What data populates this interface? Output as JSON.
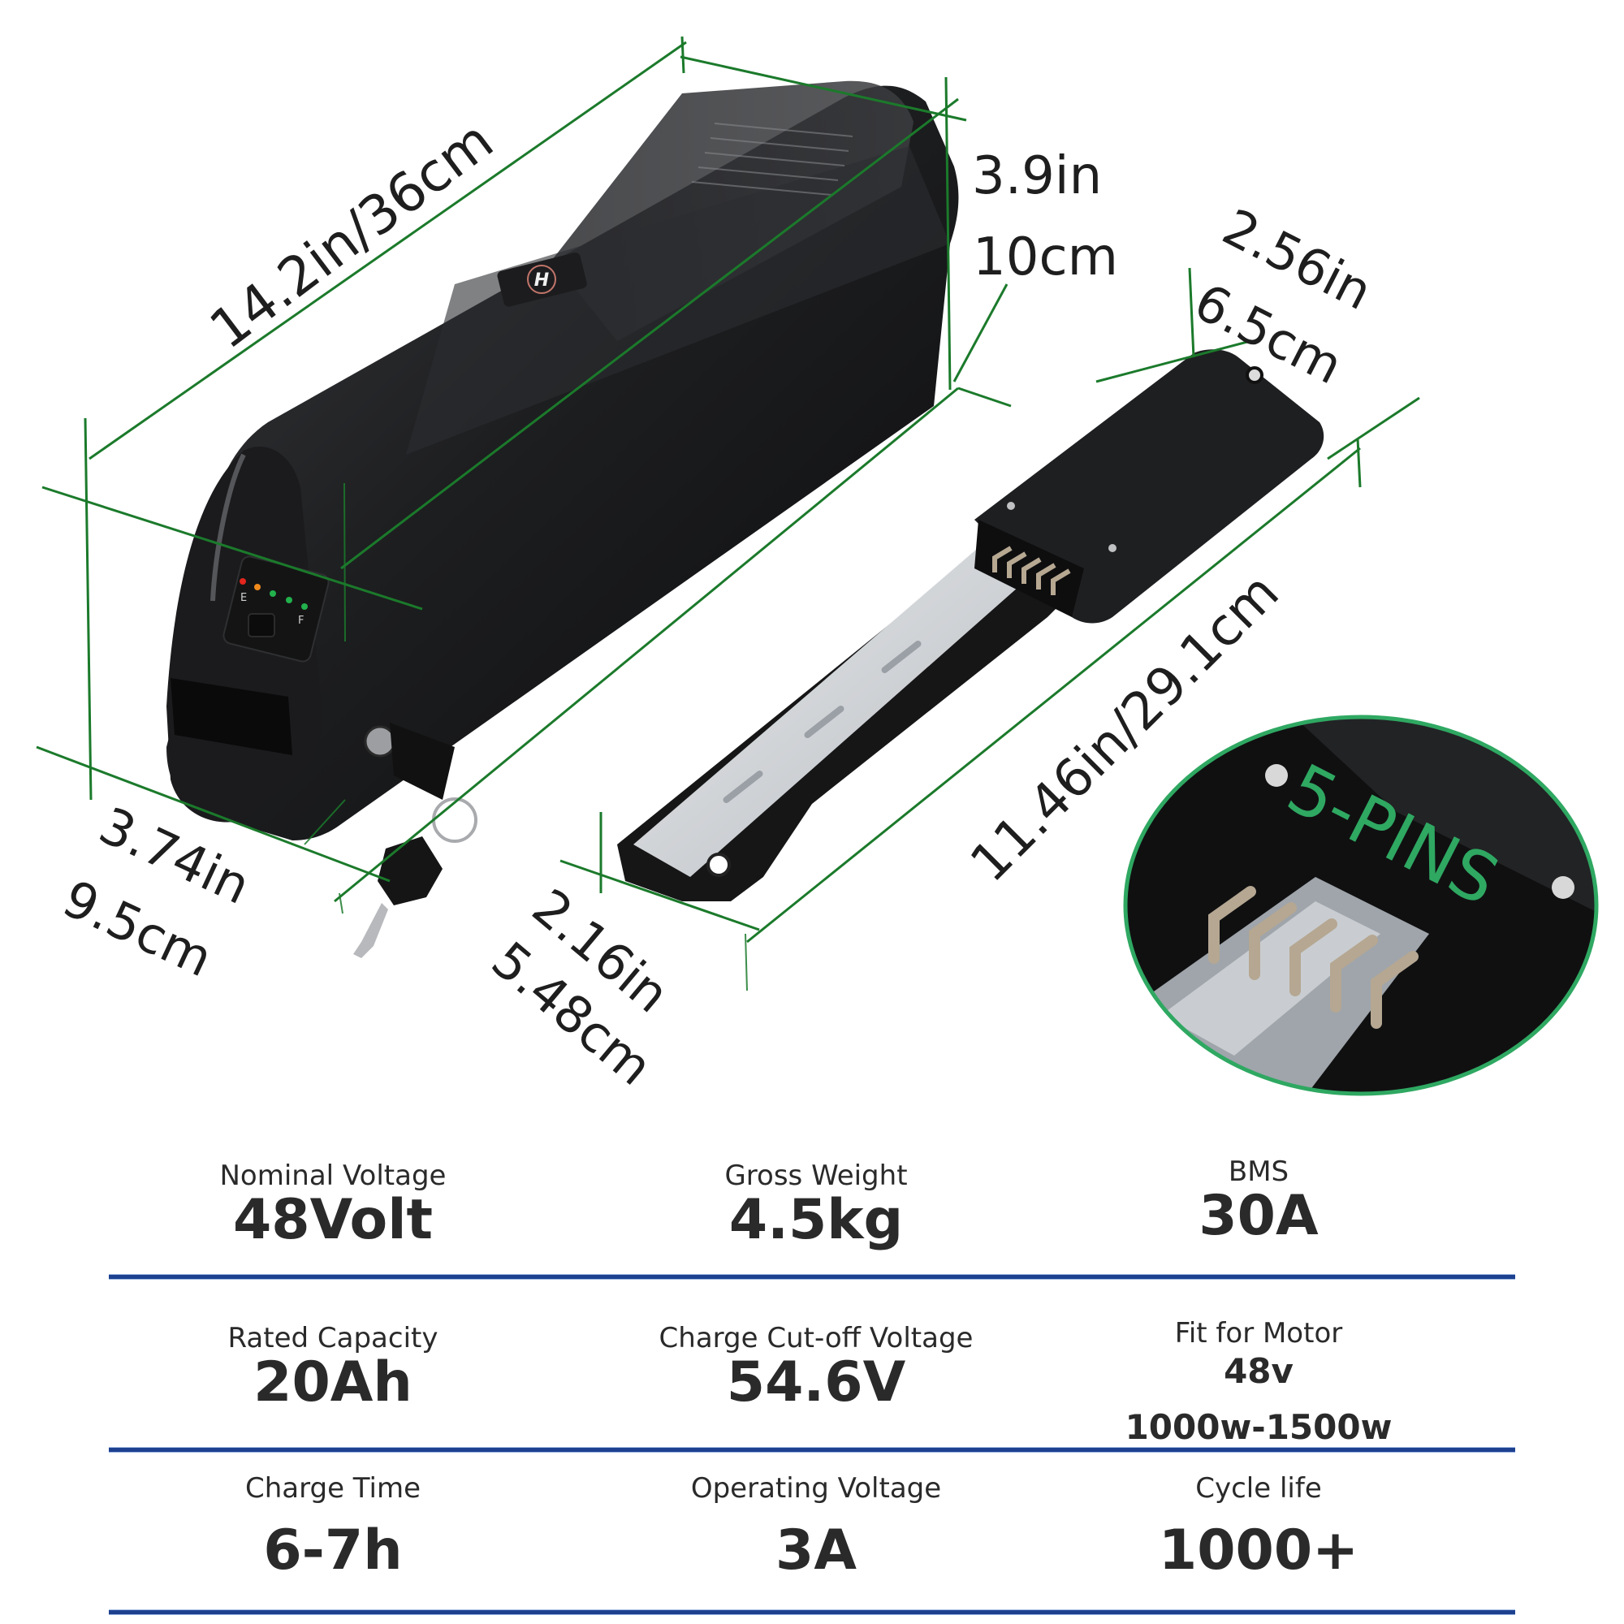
{
  "product": {
    "type": "e-bike down-tube battery with mounting base",
    "badge_logo": "H",
    "indicator": {
      "leds": [
        "#e2261e",
        "#f08a1c",
        "#22b14c",
        "#22b14c",
        "#22b14c"
      ],
      "empty_mark": "E",
      "full_mark": "F"
    }
  },
  "dimensions": {
    "length": "14.2in/36cm",
    "height_in": "3.9in",
    "height_cm": "10cm",
    "width_in": "3.74in",
    "width_cm": "9.5cm",
    "base_length": "11.46in/29.1cm",
    "base_width_in": "2.16in",
    "base_width_cm": "5.48cm",
    "base_height_in": "2.56in",
    "base_height_cm": "6.5cm"
  },
  "callout": {
    "label": "5-PINS"
  },
  "colors": {
    "dimension_line": "#1b7a2b",
    "callout_ring": "#2fa862",
    "rule": "#1d418f",
    "text": "#2a2a2a"
  },
  "specs": {
    "rows": [
      [
        {
          "label": "Nominal Voltage",
          "value": "48Volt"
        },
        {
          "label": "Gross Weight",
          "value": "4.5kg"
        },
        {
          "label": "BMS",
          "value": "30A"
        }
      ],
      [
        {
          "label": "Rated Capacity",
          "value": "20Ah"
        },
        {
          "label": "Charge Cut-off Voltage",
          "value": "54.6V"
        },
        {
          "label": "Fit for Motor",
          "value": "48v",
          "value2": "1000w-1500w"
        }
      ],
      [
        {
          "label": "Charge Time",
          "value": "6-7h"
        },
        {
          "label": "Operating Voltage",
          "value": "3A"
        },
        {
          "label": "Cycle life",
          "value": "1000+"
        }
      ]
    ]
  }
}
